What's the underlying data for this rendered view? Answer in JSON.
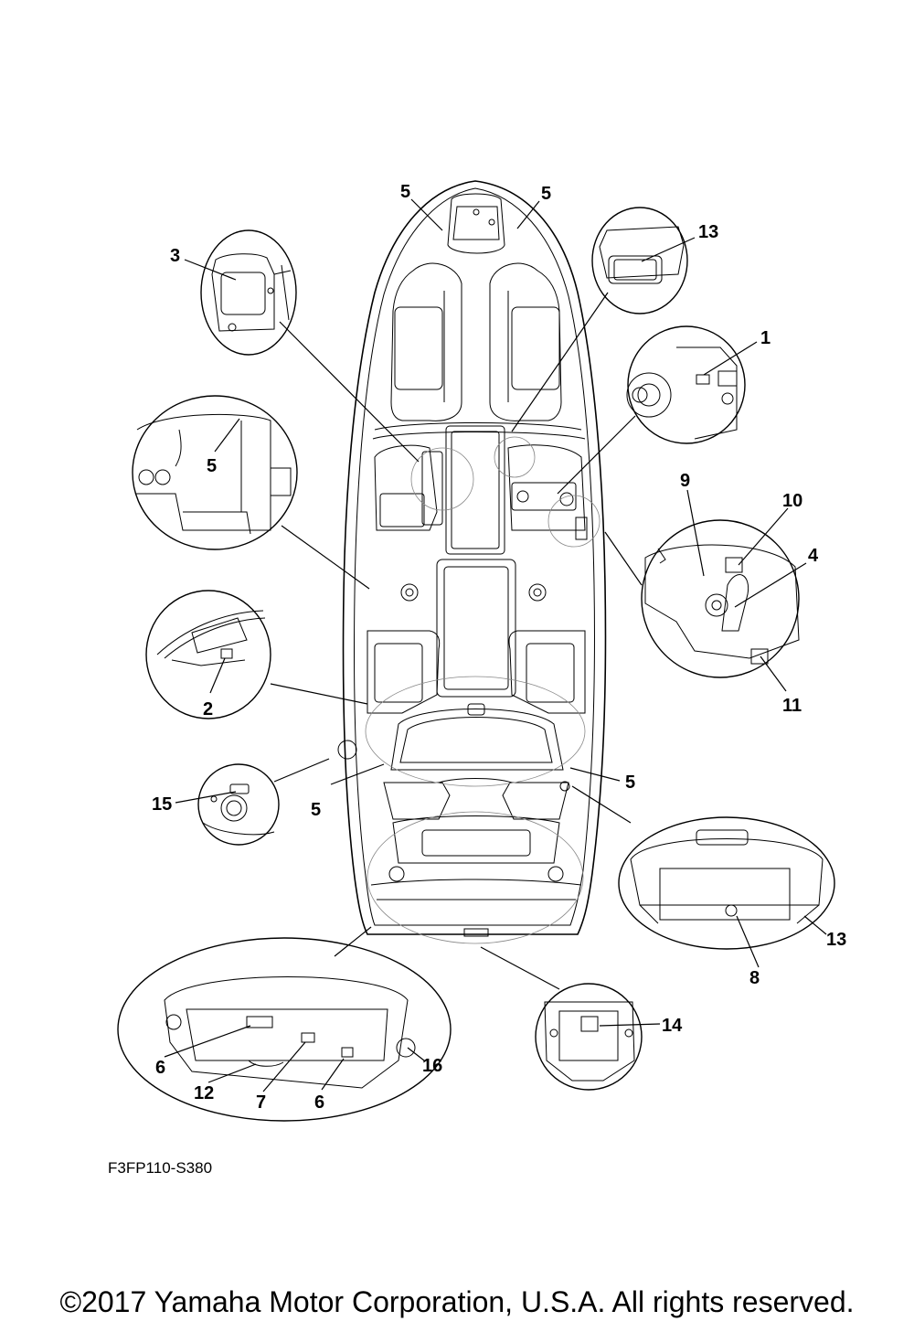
{
  "callouts": [
    {
      "id": "c-5a",
      "text": "5"
    },
    {
      "id": "c-5b",
      "text": "5"
    },
    {
      "id": "c-13a",
      "text": "13"
    },
    {
      "id": "c-3",
      "text": "3"
    },
    {
      "id": "c-1",
      "text": "1"
    },
    {
      "id": "c-5c",
      "text": "5"
    },
    {
      "id": "c-9",
      "text": "9"
    },
    {
      "id": "c-10",
      "text": "10"
    },
    {
      "id": "c-4",
      "text": "4"
    },
    {
      "id": "c-11",
      "text": "11"
    },
    {
      "id": "c-2",
      "text": "2"
    },
    {
      "id": "c-15",
      "text": "15"
    },
    {
      "id": "c-5d",
      "text": "5"
    },
    {
      "id": "c-5e",
      "text": "5"
    },
    {
      "id": "c-13b",
      "text": "13"
    },
    {
      "id": "c-8",
      "text": "8"
    },
    {
      "id": "c-14",
      "text": "14"
    },
    {
      "id": "c-6a",
      "text": "6"
    },
    {
      "id": "c-12",
      "text": "12"
    },
    {
      "id": "c-7",
      "text": "7"
    },
    {
      "id": "c-6b",
      "text": "6"
    },
    {
      "id": "c-16",
      "text": "16"
    }
  ],
  "diagram_code": "F3FP110-S380",
  "copyright": "©2017 Yamaha Motor Corporation, U.S.A. All rights reserved."
}
